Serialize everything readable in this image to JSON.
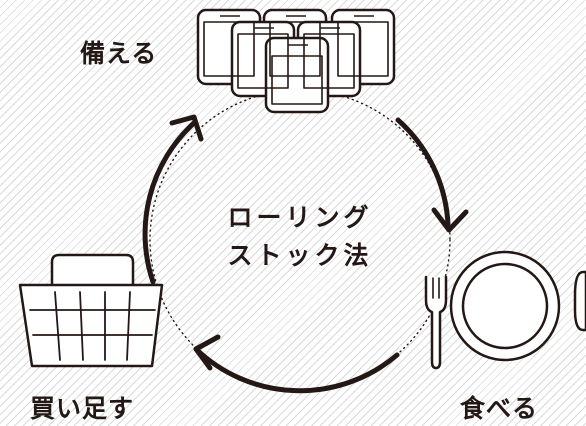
{
  "diagram": {
    "center_title_line1": "ローリング",
    "center_title_line2": "ストック法",
    "steps": [
      {
        "label": "備える",
        "icon": "food-pouch-stack-icon"
      },
      {
        "label": "食べる",
        "icon": "plate-fork-spoon-icon"
      },
      {
        "label": "買い足す",
        "icon": "shopping-basket-icon"
      }
    ],
    "colors": {
      "ink": "#231815",
      "stripe": "#d9d9d9"
    }
  }
}
